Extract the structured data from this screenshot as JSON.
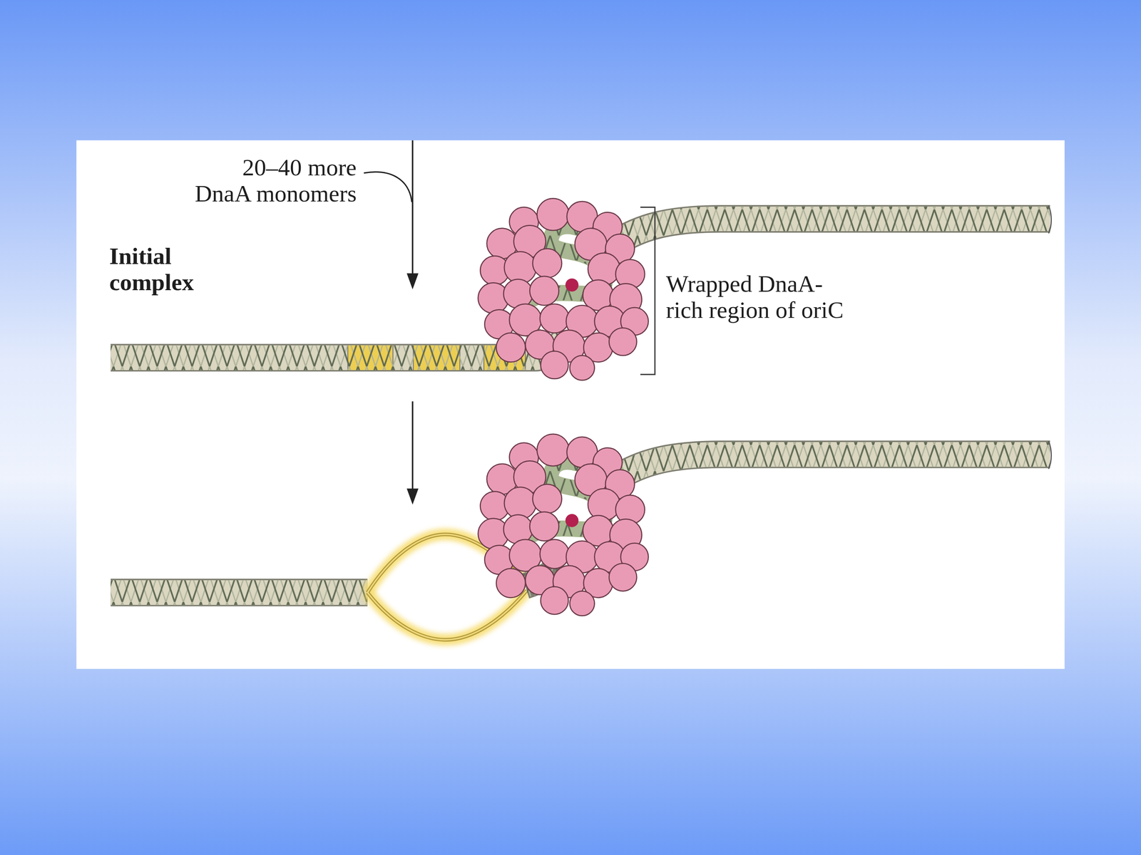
{
  "diagram": {
    "labels": [
      "20–40 more DnaA monomers",
      "Initial complex",
      "Wrapped DnaA- rich region of oriC"
    ]
  }
}
